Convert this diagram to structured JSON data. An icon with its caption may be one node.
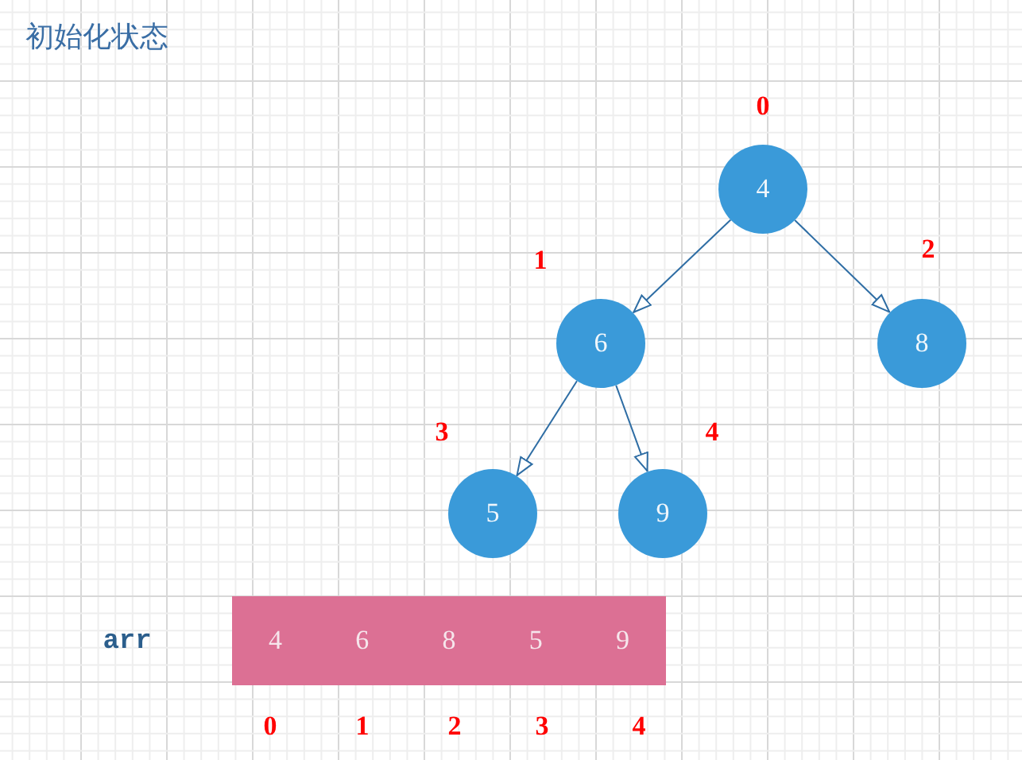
{
  "diagram": {
    "title": "初始化状态",
    "nodes": [
      {
        "text": [
          "4"
        ],
        "beside": [
          "0"
        ]
      },
      {
        "text": [
          "6"
        ],
        "beside": [
          "1"
        ]
      },
      {
        "text": [
          "8"
        ],
        "beside": [
          "2"
        ]
      },
      {
        "text": [
          "5"
        ],
        "beside": [
          "3"
        ]
      },
      {
        "text": [
          "9"
        ],
        "beside": [
          "4"
        ]
      },
      {
        "text": [
          "4",
          "6",
          "8",
          "5",
          "9"
        ],
        "beside": [
          "arr"
        ]
      }
    ],
    "edges": [
      {
        "from": 0,
        "to": 1,
        "arrow": "to"
      },
      {
        "from": 0,
        "to": 2,
        "arrow": "to"
      },
      {
        "from": 1,
        "to": 3,
        "arrow": "to"
      },
      {
        "from": 1,
        "to": 4,
        "arrow": "to"
      }
    ],
    "labels": [
      "0",
      "1",
      "2",
      "3",
      "4"
    ]
  }
}
